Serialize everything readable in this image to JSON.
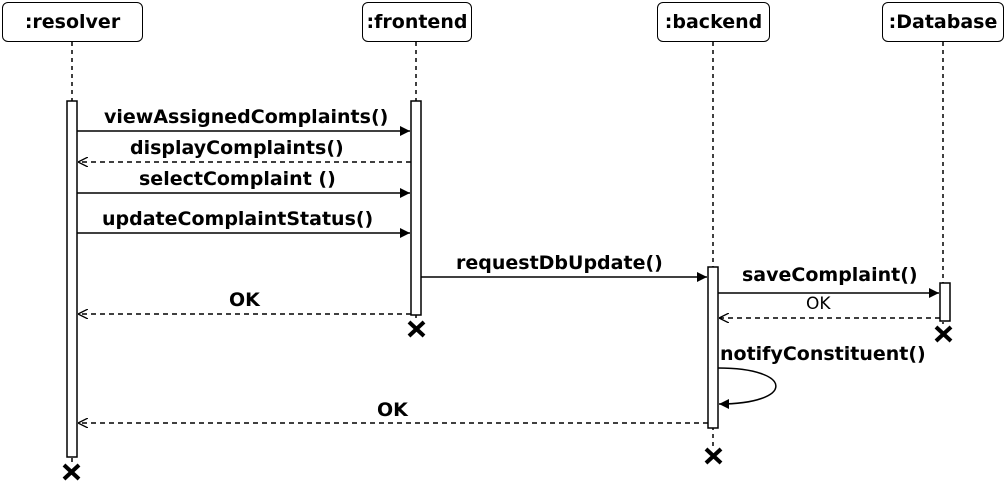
{
  "participants": [
    {
      "id": "resolver",
      "label": ":resolver"
    },
    {
      "id": "frontend",
      "label": ":frontend"
    },
    {
      "id": "backend",
      "label": ":backend"
    },
    {
      "id": "database",
      "label": ":Database"
    }
  ],
  "messages": [
    {
      "id": "viewAssigned",
      "label": "viewAssignedComplaints()",
      "from": "resolver",
      "to": "frontend",
      "kind": "call"
    },
    {
      "id": "displayComplaints",
      "label": "displayComplaints()",
      "from": "frontend",
      "to": "resolver",
      "kind": "return"
    },
    {
      "id": "selectComplaint",
      "label": "selectComplaint ()",
      "from": "resolver",
      "to": "frontend",
      "kind": "call"
    },
    {
      "id": "updateStatus",
      "label": "updateComplaintStatus()",
      "from": "resolver",
      "to": "frontend",
      "kind": "call"
    },
    {
      "id": "requestDbUpdate",
      "label": "requestDbUpdate()",
      "from": "frontend",
      "to": "backend",
      "kind": "call"
    },
    {
      "id": "saveComplaint",
      "label": "saveComplaint()",
      "from": "backend",
      "to": "database",
      "kind": "call"
    },
    {
      "id": "okDb",
      "label": "OK",
      "from": "database",
      "to": "backend",
      "kind": "return"
    },
    {
      "id": "okFrontend",
      "label": "OK",
      "from": "frontend",
      "to": "resolver",
      "kind": "return"
    },
    {
      "id": "notifyConstituent",
      "label": "notifyConstituent()",
      "from": "backend",
      "to": "backend",
      "kind": "self"
    },
    {
      "id": "okBackend",
      "label": "OK",
      "from": "backend",
      "to": "resolver",
      "kind": "return"
    }
  ]
}
